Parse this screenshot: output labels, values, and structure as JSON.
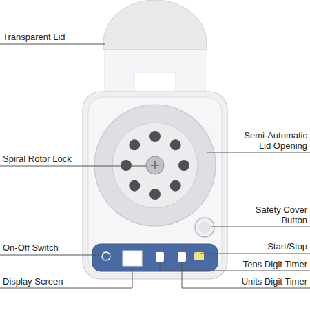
{
  "diagram": {
    "labels": [
      "Transparent Lid",
      "Semi-Automatic Lid Opening",
      "Spiral Rotor Lock",
      "Safety Cover Button",
      "On-Off Switch",
      "Start/Stop",
      "Tens Digit Timer",
      "Display Screen",
      "Units Digit Timer"
    ]
  }
}
